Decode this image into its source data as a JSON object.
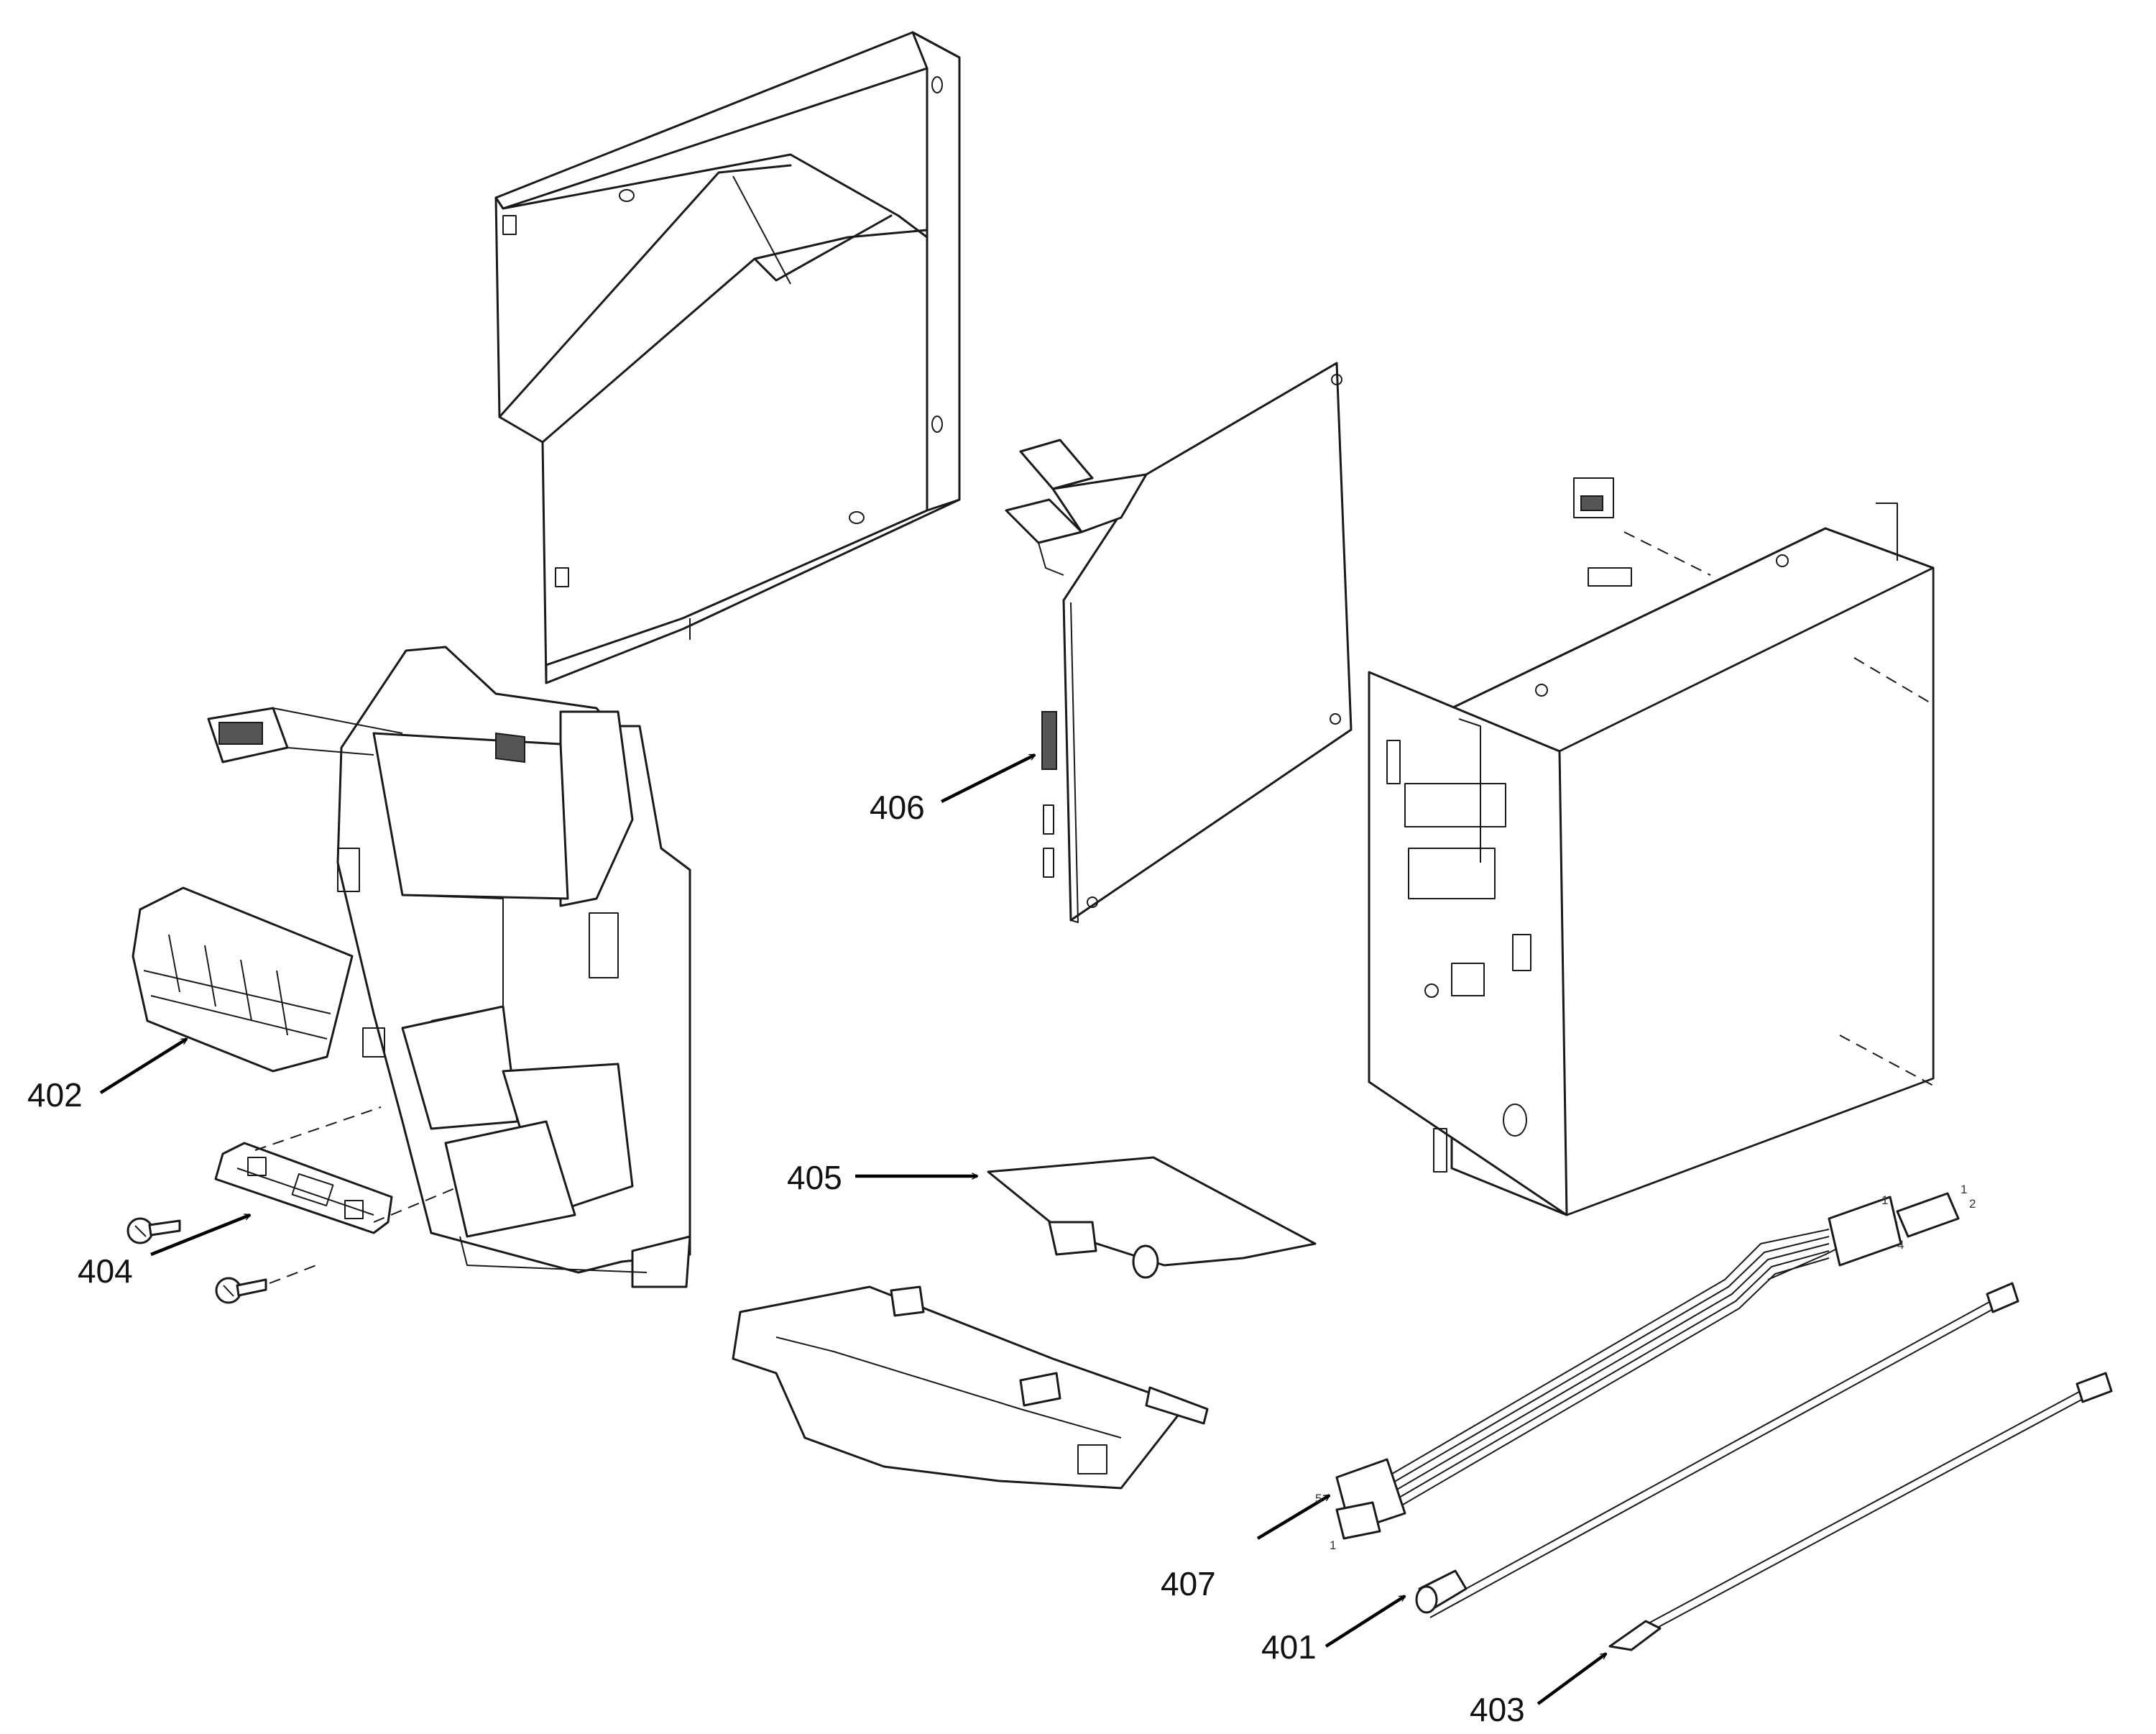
{
  "callouts": {
    "c401": "401",
    "c402": "402",
    "c403": "403",
    "c404": "404",
    "c405": "405",
    "c406": "406",
    "c407": "407"
  },
  "connector_pins": {
    "p1a": "1",
    "p2a": "2",
    "p1b": "1",
    "p4b": "4",
    "p5c": "5",
    "p1c": "1"
  },
  "colors": {
    "line": "#1a1a1a",
    "background": "#ffffff"
  }
}
